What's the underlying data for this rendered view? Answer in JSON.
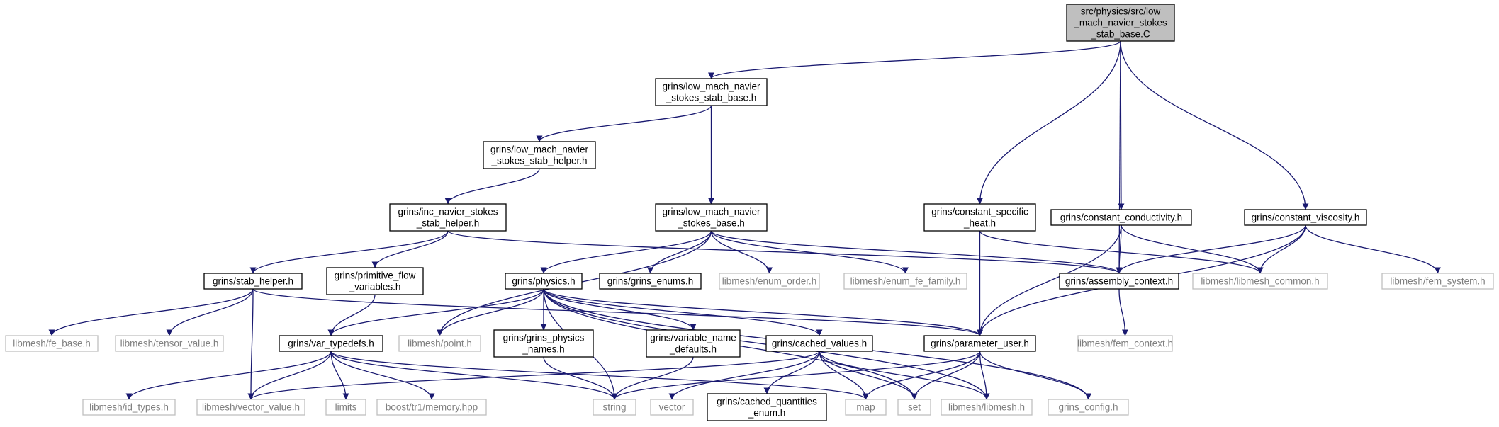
{
  "colors": {
    "edge": "#191970",
    "root_fill": "#bfbfbf",
    "node_border": "#000000",
    "external_border": "#bfbfbf",
    "external_text": "#7f7f7f",
    "node_text": "#000000"
  },
  "nodes": [
    {
      "id": "root",
      "kind": "root",
      "lines": [
        "src/physics/src/low",
        "_mach_navier_stokes",
        "_stab_base.C"
      ]
    },
    {
      "id": "lmns_stab_base",
      "kind": "normal",
      "lines": [
        "grins/low_mach_navier",
        "_stokes_stab_base.h"
      ]
    },
    {
      "id": "lmns_stab_helper",
      "kind": "normal",
      "lines": [
        "grins/low_mach_navier",
        "_stokes_stab_helper.h"
      ]
    },
    {
      "id": "inc_stab_helper",
      "kind": "normal",
      "lines": [
        "grins/inc_navier_stokes",
        "_stab_helper.h"
      ]
    },
    {
      "id": "lmns_base",
      "kind": "normal",
      "lines": [
        "grins/low_mach_navier",
        "_stokes_base.h"
      ]
    },
    {
      "id": "const_specific_heat",
      "kind": "normal",
      "lines": [
        "grins/constant_specific",
        "_heat.h"
      ]
    },
    {
      "id": "const_conductivity",
      "kind": "normal",
      "lines": [
        "grins/constant_conductivity.h"
      ]
    },
    {
      "id": "const_viscosity",
      "kind": "normal",
      "lines": [
        "grins/constant_viscosity.h"
      ]
    },
    {
      "id": "stab_helper",
      "kind": "normal",
      "lines": [
        "grins/stab_helper.h"
      ]
    },
    {
      "id": "prim_flow_vars",
      "kind": "normal",
      "lines": [
        "grins/primitive_flow",
        "_variables.h"
      ]
    },
    {
      "id": "physics",
      "kind": "normal",
      "lines": [
        "grins/physics.h"
      ]
    },
    {
      "id": "grins_enums",
      "kind": "normal",
      "lines": [
        "grins/grins_enums.h"
      ]
    },
    {
      "id": "enum_order",
      "kind": "external",
      "lines": [
        "libmesh/enum_order.h"
      ]
    },
    {
      "id": "enum_fe_family",
      "kind": "external",
      "lines": [
        "libmesh/enum_fe_family.h"
      ]
    },
    {
      "id": "assembly_context",
      "kind": "normal",
      "lines": [
        "grins/assembly_context.h"
      ]
    },
    {
      "id": "libmesh_common",
      "kind": "external",
      "lines": [
        "libmesh/libmesh_common.h"
      ]
    },
    {
      "id": "fem_system",
      "kind": "external",
      "lines": [
        "libmesh/fem_system.h"
      ]
    },
    {
      "id": "fe_base",
      "kind": "external",
      "lines": [
        "libmesh/fe_base.h"
      ]
    },
    {
      "id": "tensor_value",
      "kind": "external",
      "lines": [
        "libmesh/tensor_value.h"
      ]
    },
    {
      "id": "var_typedefs",
      "kind": "normal",
      "lines": [
        "grins/var_typedefs.h"
      ]
    },
    {
      "id": "point",
      "kind": "external",
      "lines": [
        "libmesh/point.h"
      ]
    },
    {
      "id": "physics_names",
      "kind": "normal",
      "lines": [
        "grins/grins_physics",
        "_names.h"
      ]
    },
    {
      "id": "var_name_defaults",
      "kind": "normal",
      "lines": [
        "grins/variable_name",
        "_defaults.h"
      ]
    },
    {
      "id": "cached_values",
      "kind": "normal",
      "lines": [
        "grins/cached_values.h"
      ]
    },
    {
      "id": "parameter_user",
      "kind": "normal",
      "lines": [
        "grins/parameter_user.h"
      ]
    },
    {
      "id": "fem_context",
      "kind": "external",
      "lines": [
        "libmesh/fem_context.h"
      ]
    },
    {
      "id": "id_types",
      "kind": "external",
      "lines": [
        "libmesh/id_types.h"
      ]
    },
    {
      "id": "vector_value",
      "kind": "external",
      "lines": [
        "libmesh/vector_value.h"
      ]
    },
    {
      "id": "limits",
      "kind": "external",
      "lines": [
        "limits"
      ]
    },
    {
      "id": "memory_hpp",
      "kind": "external",
      "lines": [
        "boost/tr1/memory.hpp"
      ]
    },
    {
      "id": "string",
      "kind": "external",
      "lines": [
        "string"
      ]
    },
    {
      "id": "vector",
      "kind": "external",
      "lines": [
        "vector"
      ]
    },
    {
      "id": "cached_qty_enum",
      "kind": "normal",
      "lines": [
        "grins/cached_quantities",
        "_enum.h"
      ]
    },
    {
      "id": "map",
      "kind": "external",
      "lines": [
        "map"
      ]
    },
    {
      "id": "set",
      "kind": "external",
      "lines": [
        "set"
      ]
    },
    {
      "id": "libmesh_h",
      "kind": "external",
      "lines": [
        "libmesh/libmesh.h"
      ]
    },
    {
      "id": "grins_config",
      "kind": "external",
      "lines": [
        "grins_config.h"
      ]
    }
  ],
  "edges": [
    [
      "root",
      "lmns_stab_base"
    ],
    [
      "root",
      "const_specific_heat"
    ],
    [
      "root",
      "const_conductivity"
    ],
    [
      "root",
      "assembly_context"
    ],
    [
      "root",
      "const_viscosity"
    ],
    [
      "lmns_stab_base",
      "lmns_stab_helper"
    ],
    [
      "lmns_stab_base",
      "lmns_base"
    ],
    [
      "lmns_stab_helper",
      "inc_stab_helper"
    ],
    [
      "inc_stab_helper",
      "stab_helper"
    ],
    [
      "inc_stab_helper",
      "prim_flow_vars"
    ],
    [
      "inc_stab_helper",
      "assembly_context"
    ],
    [
      "lmns_base",
      "physics"
    ],
    [
      "lmns_base",
      "grins_enums"
    ],
    [
      "lmns_base",
      "enum_order"
    ],
    [
      "lmns_base",
      "enum_fe_family"
    ],
    [
      "lmns_base",
      "assembly_context"
    ],
    [
      "lmns_base",
      "point"
    ],
    [
      "const_specific_heat",
      "parameter_user"
    ],
    [
      "const_specific_heat",
      "libmesh_common"
    ],
    [
      "const_conductivity",
      "assembly_context"
    ],
    [
      "const_conductivity",
      "libmesh_common"
    ],
    [
      "const_conductivity",
      "parameter_user"
    ],
    [
      "const_viscosity",
      "assembly_context"
    ],
    [
      "const_viscosity",
      "libmesh_common"
    ],
    [
      "const_viscosity",
      "fem_system"
    ],
    [
      "const_viscosity",
      "parameter_user"
    ],
    [
      "stab_helper",
      "fe_base"
    ],
    [
      "stab_helper",
      "tensor_value"
    ],
    [
      "stab_helper",
      "vector_value"
    ],
    [
      "stab_helper",
      "parameter_user"
    ],
    [
      "prim_flow_vars",
      "var_typedefs"
    ],
    [
      "physics",
      "var_typedefs"
    ],
    [
      "physics",
      "point"
    ],
    [
      "physics",
      "string"
    ],
    [
      "physics",
      "physics_names"
    ],
    [
      "physics",
      "var_name_defaults"
    ],
    [
      "physics",
      "cached_values"
    ],
    [
      "physics",
      "parameter_user"
    ],
    [
      "physics",
      "set"
    ],
    [
      "physics",
      "libmesh_h"
    ],
    [
      "physics",
      "grins_config"
    ],
    [
      "var_typedefs",
      "id_types"
    ],
    [
      "var_typedefs",
      "vector_value"
    ],
    [
      "var_typedefs",
      "limits"
    ],
    [
      "var_typedefs",
      "memory_hpp"
    ],
    [
      "var_typedefs",
      "string"
    ],
    [
      "var_typedefs",
      "map"
    ],
    [
      "physics_names",
      "string"
    ],
    [
      "var_name_defaults",
      "string"
    ],
    [
      "cached_values",
      "vector_value"
    ],
    [
      "cached_values",
      "vector"
    ],
    [
      "cached_values",
      "cached_qty_enum"
    ],
    [
      "cached_values",
      "map"
    ],
    [
      "cached_values",
      "set"
    ],
    [
      "cached_values",
      "libmesh_h"
    ],
    [
      "parameter_user",
      "string"
    ],
    [
      "parameter_user",
      "map"
    ],
    [
      "parameter_user",
      "set"
    ],
    [
      "parameter_user",
      "libmesh_h"
    ],
    [
      "parameter_user",
      "grins_config"
    ],
    [
      "assembly_context",
      "fem_context"
    ]
  ]
}
